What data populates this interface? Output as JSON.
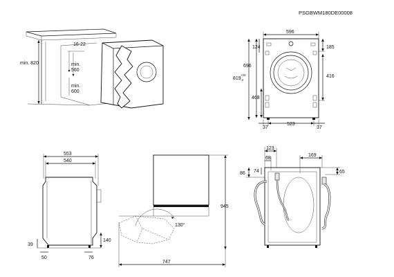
{
  "model_code": "PSGBWM180DE00008",
  "install_view": {
    "labels": {
      "min_height": "min. 820",
      "gap": "16-22",
      "min_width": "min.\n560",
      "min_depth": "min.\n600"
    }
  },
  "front_view": {
    "labels": {
      "width": "596",
      "top_offset": "124",
      "top_right": "185",
      "door_height": "696",
      "height": "819",
      "height_tol_plus": "+18",
      "height_tol_minus": "-3",
      "hinge_to_top": "416",
      "lower_height": "468",
      "inner_width": "523",
      "left_foot": "37",
      "right_foot": "37"
    }
  },
  "side_view": {
    "labels": {
      "outer_depth": "553",
      "body_depth": "540",
      "foot_height": "39",
      "foot_offset": "50",
      "rear_offset": "76",
      "plinth": "140"
    }
  },
  "door_view": {
    "labels": {
      "total_height": "945",
      "angle": "130°",
      "depth_open": "747"
    }
  },
  "rear_view": {
    "labels": {
      "hose_offset": "123",
      "hose_inner": "68",
      "top_pipe": "86",
      "pipe_pos": "74",
      "right_pipe_offset": "169",
      "right_pipe_height": "65"
    }
  }
}
